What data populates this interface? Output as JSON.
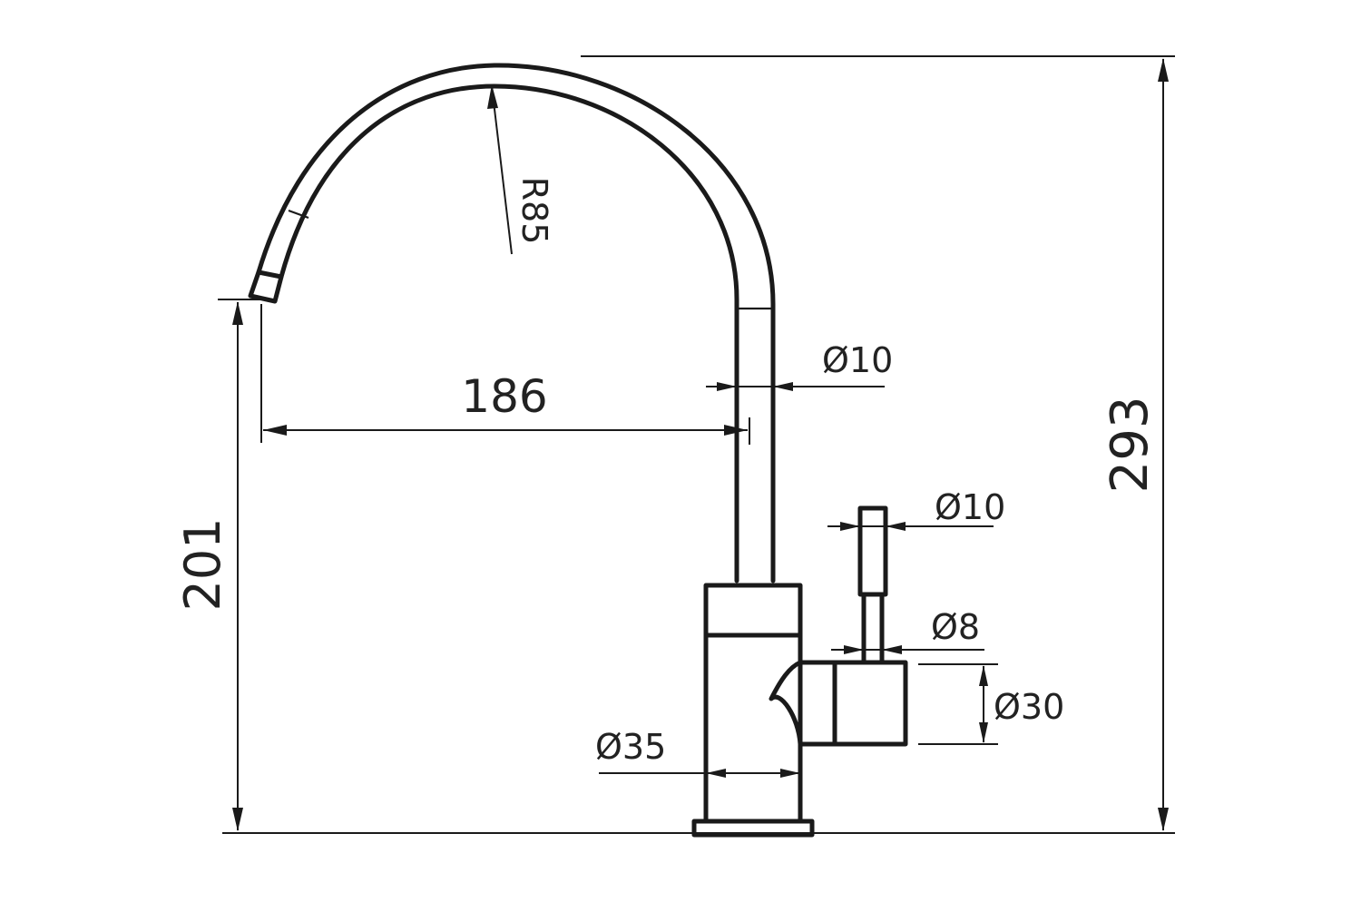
{
  "drawing": {
    "line_color": "#1a1a1a",
    "background": "#ffffff",
    "dimensions": {
      "overall_height": "293",
      "spout_height": "201",
      "spout_reach": "186",
      "spout_radius": "R85",
      "spout_tube_diameter": "Ø10",
      "lever_tip_diameter": "Ø10",
      "lever_stem_diameter": "Ø8",
      "handle_hub_diameter": "Ø30",
      "body_diameter": "Ø35"
    }
  }
}
